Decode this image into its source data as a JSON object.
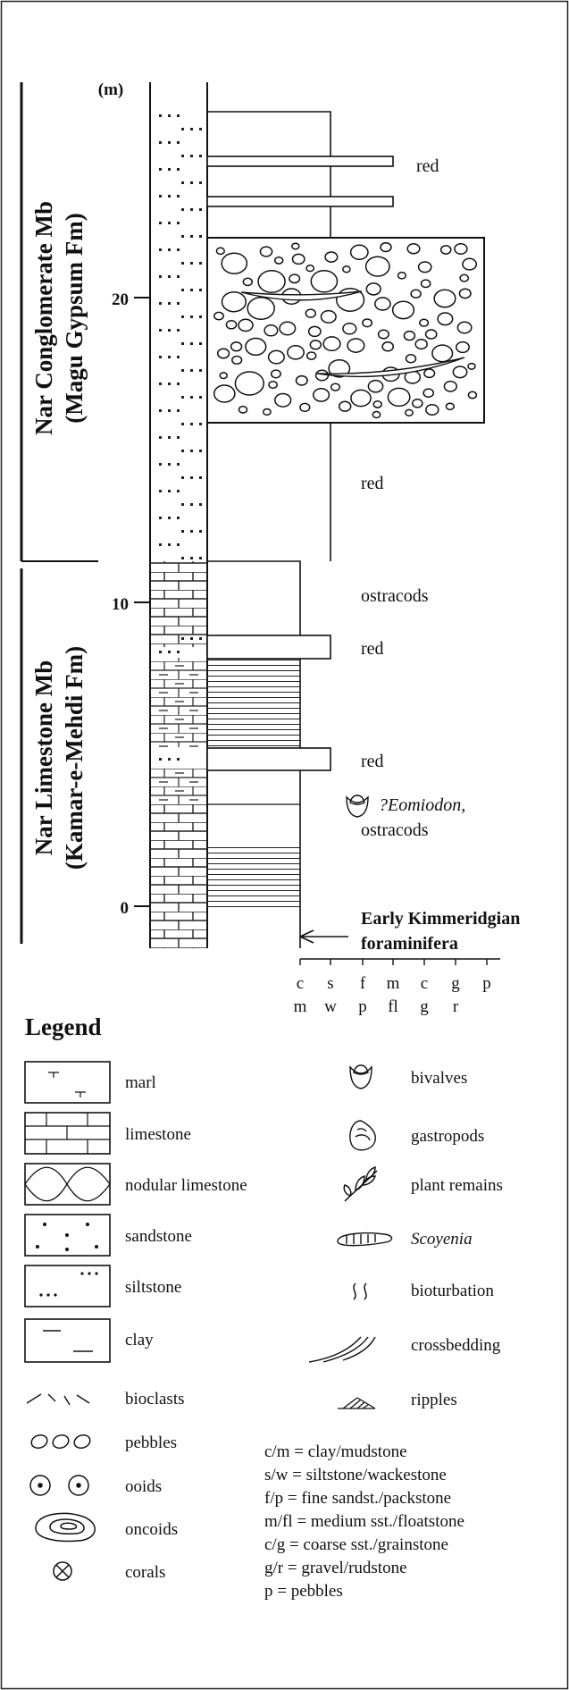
{
  "column": {
    "unit_label": "(m)",
    "depth_ticks": [
      {
        "label": "0"
      },
      {
        "label": "10"
      },
      {
        "label": "20"
      }
    ],
    "members": [
      {
        "name": "Nar Conglomerate Mb",
        "formation": "(Magu Gypsum Fm)"
      },
      {
        "name": "Nar Limestone Mb",
        "formation": "(Kamar-e-Mehdi Fm)"
      }
    ],
    "annotations": {
      "red_1": "red",
      "red_2": "red",
      "ostracods_1": "ostracods",
      "red_3": "red",
      "red_4": "red",
      "eomiodon": "?Eomiodon,",
      "ostracods_2": "ostracods",
      "age_line1": "Early Kimmeridgian",
      "age_line2": "foraminifera"
    },
    "grain_scale_top": [
      "c",
      "s",
      "f",
      "m",
      "c",
      "g",
      "p"
    ],
    "grain_scale_bottom": [
      "m",
      "w",
      "p",
      "fl",
      "g",
      "r"
    ]
  },
  "legend": {
    "title": "Legend",
    "lithologies": [
      "marl",
      "limestone",
      "nodular limestone",
      "sandstone",
      "siltstone",
      "clay"
    ],
    "symbols_left": [
      "bioclasts",
      "pebbles",
      "ooids",
      "oncoids",
      "corals"
    ],
    "symbols_right": [
      "bivalves",
      "gastropods",
      "plant remains",
      "Scoyenia",
      "bioturbation",
      "crossbedding",
      "ripples"
    ],
    "abbreviations": [
      "c/m = clay/mudstone",
      "s/w = siltstone/wackestone",
      "f/p = fine sandst./packstone",
      "m/fl = medium sst./floatstone",
      "c/g = coarse sst./grainstone",
      "g/r = gravel/rudstone",
      "p = pebbles"
    ]
  }
}
